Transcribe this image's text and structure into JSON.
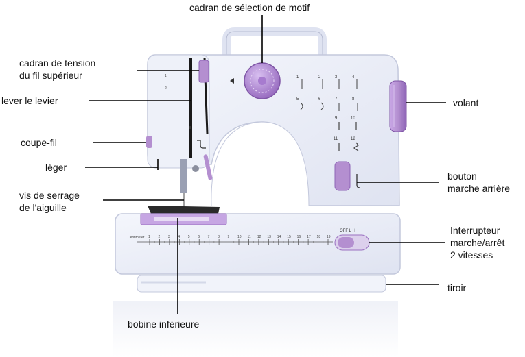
{
  "labels": {
    "motif_dial": "cadran de sélection de motif",
    "tension_dial_1": "cadran de tension",
    "tension_dial_2": "du fil supérieur",
    "lift_lever": "lever le levier",
    "thread_cutter": "coupe-fil",
    "light": "léger",
    "needle_screw_1": "vis de serrage",
    "needle_screw_2": "de l'aiguille",
    "bobbin": "bobine inférieure",
    "handwheel": "volant",
    "reverse_1": "bouton",
    "reverse_2": "marche arrière",
    "switch_1": "Interrupteur",
    "switch_2": "marche/arrêt",
    "switch_3": "2 vitesses",
    "drawer": "tiroir"
  },
  "machine": {
    "switch_text": "OFF  L  H",
    "ruler_text": "Centimeter",
    "ruler_numbers": [
      "1",
      "2",
      "3",
      "4",
      "5",
      "6",
      "7",
      "8",
      "9",
      "10",
      "11",
      "12",
      "13",
      "14",
      "15",
      "16",
      "17",
      "18",
      "19"
    ],
    "pattern_numbers": [
      "1",
      "2",
      "3",
      "4",
      "5",
      "6",
      "7",
      "8",
      "9",
      "10",
      "11",
      "12"
    ]
  },
  "colors": {
    "body": "#e9ecf6",
    "accent_purple": "#b48fd0",
    "dark_purple": "#9a6fc0",
    "line": "#000000"
  }
}
